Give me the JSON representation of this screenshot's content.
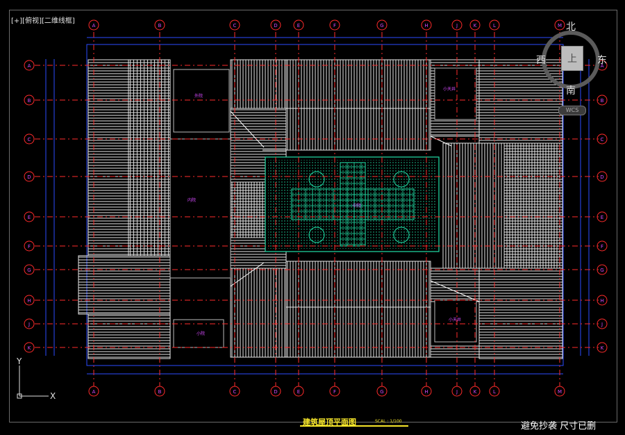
{
  "viewport": {
    "label": "[+][俯视][二维线框]"
  },
  "viewcube": {
    "north": "北",
    "south": "南",
    "west": "西",
    "east": "东",
    "face": "上",
    "wcs": "WCS"
  },
  "ucs": {
    "x_label": "X",
    "y_label": "Y"
  },
  "axis_labels": {
    "top": [
      "A",
      "B",
      "C",
      "D",
      "E",
      "F",
      "G",
      "H",
      "J",
      "K",
      "L",
      "M"
    ],
    "left": [
      "A",
      "B",
      "C",
      "D",
      "E",
      "F",
      "G",
      "H",
      "J",
      "K"
    ]
  },
  "room_labels": [
    "外院",
    "内院",
    "小天井",
    "小院",
    "小天井",
    "中院"
  ],
  "drawing": {
    "title": "建筑屋顶平面图",
    "scale": "SCAL : 1/100"
  },
  "notice": "避免抄袭  尺寸已删",
  "colors": {
    "background": "#000000",
    "roof_lines": "#e8e8e8",
    "axis_lines": "#ff2b2b",
    "dimension_lines": "#2b4dff",
    "courtyard": "#21e0a8",
    "room_text": "#d64bff",
    "title": "#f7e62a"
  }
}
